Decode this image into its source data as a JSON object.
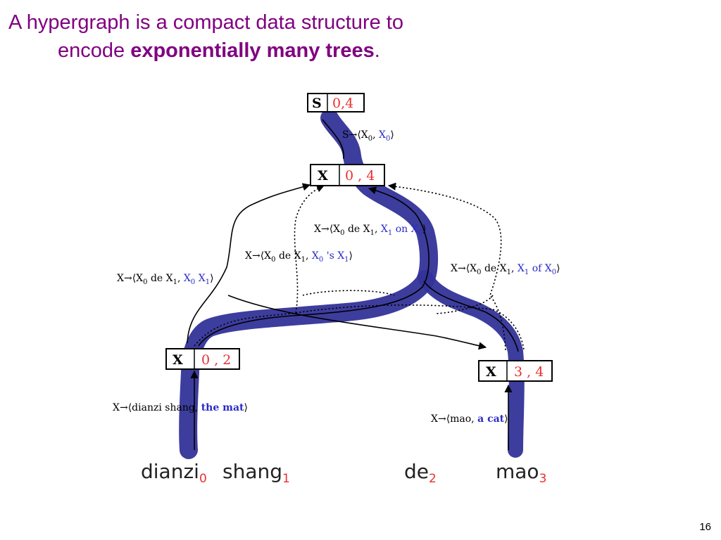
{
  "title": {
    "line1": "A hypergraph is a compact data structure  to",
    "line2_prefix": "encode ",
    "line2_bold": "exponentially many trees",
    "line2_suffix": "."
  },
  "nodes": {
    "root": {
      "symbol": "S",
      "span": "0,4"
    },
    "top_x": {
      "symbol": "X",
      "span": "0 , 4"
    },
    "left_x": {
      "symbol": "X",
      "span": "0 , 2"
    },
    "right_x": {
      "symbol": "X",
      "span": "3 , 4"
    }
  },
  "rules": {
    "s_rule": {
      "lhs": "S→⟨X",
      "sub0": "0",
      "mid": ", ",
      "rhs": "X",
      "sub1": "0",
      "end": "⟩"
    },
    "r1": {
      "lhs": "X→⟨X",
      "sub0": "0",
      "mid": " de X",
      "sub1": "1",
      "sep": ", ",
      "blue": "X",
      "bsub": "1",
      "blue2": " on X",
      "bsub2": "0",
      "end": "⟩"
    },
    "r2": {
      "lhs": "X→⟨X",
      "sub0": "0",
      "mid": " de X",
      "sub1": "1",
      "sep": ", ",
      "blue": "X",
      "bsub": "0",
      "blue2": " 's X",
      "bsub2": "1",
      "end": "⟩"
    },
    "r3": {
      "lhs": "X→⟨X",
      "sub0": "0",
      "mid": " de X",
      "sub1": "1",
      "sep": ", ",
      "blue": "X",
      "bsub": "0",
      "blue2": " X",
      "bsub2": "1",
      "end": "⟩"
    },
    "r4": {
      "lhs": "X→⟨X",
      "sub0": "0",
      "mid": " de X",
      "sub1": "1",
      "sep": ", ",
      "blue": "X",
      "bsub": "1",
      "blue2": " of X",
      "bsub2": "0",
      "end": "⟩"
    },
    "r_left": {
      "lhs": "X→⟨dianzi shang",
      "sep": ", ",
      "blue": "the mat",
      "end": "⟩"
    },
    "r_right": {
      "lhs": "X→⟨mao",
      "sep": ", ",
      "blue": "a cat",
      "end": "⟩"
    }
  },
  "words": [
    {
      "text": "dianzi",
      "index": "0"
    },
    {
      "text": "shang",
      "index": "1"
    },
    {
      "text": "de",
      "index": "2"
    },
    {
      "text": "mao",
      "index": "3"
    }
  ],
  "colors": {
    "title": "#800080",
    "span": "#e8302e",
    "highlight": "#333399",
    "english": "#2a2ac8"
  },
  "page_number": "16"
}
